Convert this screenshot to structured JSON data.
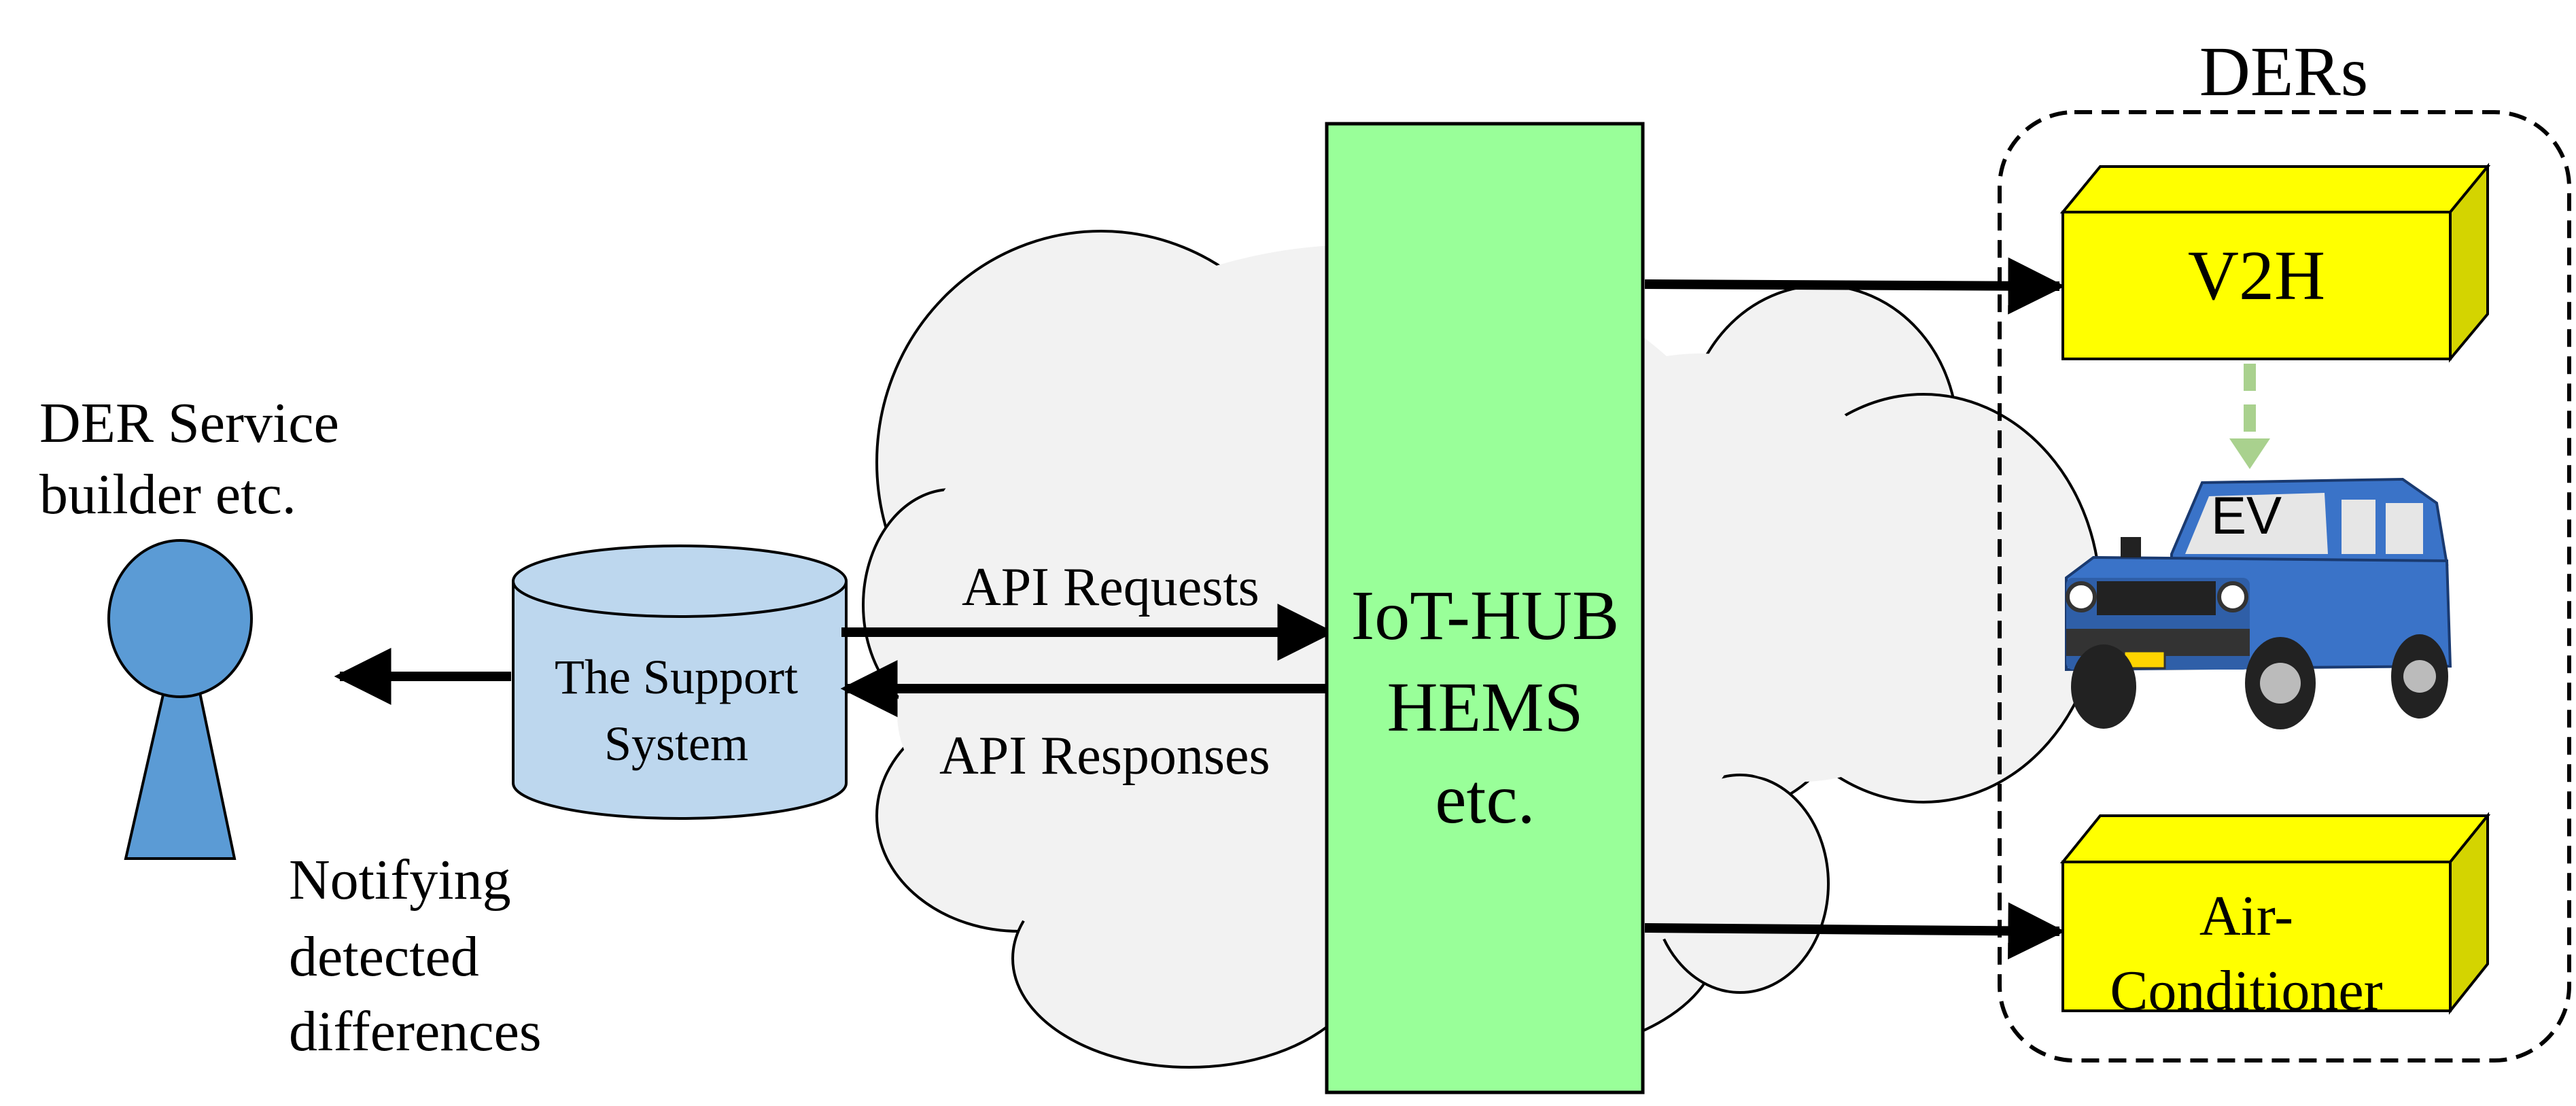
{
  "labels": {
    "user_line1": "DER Service",
    "user_line2": "builder etc.",
    "support_line1": "The Support",
    "support_line2": "System",
    "api_requests": "API Requests",
    "api_responses": "API Responses",
    "hub_line1": "IoT-HUB",
    "hub_line2": "HEMS",
    "hub_line3": "etc.",
    "notify_line1": "Notifying",
    "notify_line2": "detected",
    "notify_line3": "differences",
    "ders_title": "DERs",
    "v2h": "V2H",
    "ev": "EV",
    "ac_line1": "Air-",
    "ac_line2": "Conditioner"
  },
  "colors": {
    "person": "#5b9bd5",
    "cylinder": "#bdd7ee",
    "hub": "#99ff99",
    "cloud": "#f2f2f2",
    "der_box": "#ffff00",
    "der_box_side": "#d4d400",
    "v2h_arrow": "#a9d18e",
    "car_body": "#3a73c8"
  }
}
